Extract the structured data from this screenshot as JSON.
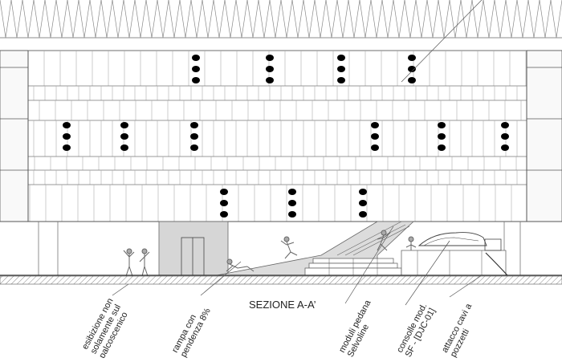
{
  "section_title": "SEZIONE A-A’",
  "annotations": [
    {
      "id": "exhibition",
      "line1": "esibizione non",
      "line2": "solamente sul",
      "line3": "palcoscenico"
    },
    {
      "id": "ramp",
      "line1": "rampa con",
      "line2": "pendenza 8%",
      "line3": ""
    },
    {
      "id": "platform",
      "line1": "moduli pedana",
      "line2": "Selvoline",
      "line3": ""
    },
    {
      "id": "console",
      "line1": "consolle mod.",
      "line2": "SF - [DJC-01]",
      "line3": ""
    },
    {
      "id": "cables",
      "line1": "attacco cavi a",
      "line2": "pozzetti",
      "line3": ""
    }
  ],
  "colors": {
    "line": "#555555",
    "panel_fill": "#f4f4f4",
    "dot": "#000000",
    "grey_box": "#d6d6d6",
    "hatch": "#888888"
  }
}
